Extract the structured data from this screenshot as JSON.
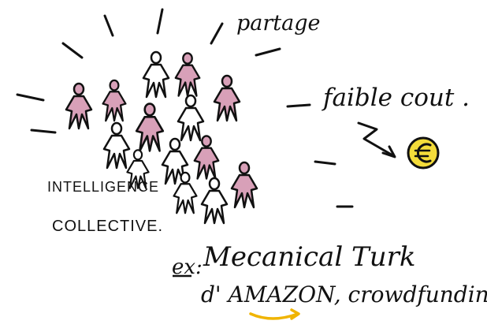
{
  "labels": {
    "partage": "partage",
    "faible_cout": "faible cout .",
    "intelligence": "INTELLIGENCE",
    "collective": "COLLECTIVE.",
    "ex": "ex:",
    "example_line1": "Mecanical Turk",
    "example_line2": "d' AMAZON, crowdfunding"
  },
  "colors": {
    "ink": "#111111",
    "figure_fill": "#d8a0b8",
    "coin_fill": "#f4dc3a",
    "underline_arrow": "#f0b400"
  },
  "icons": {
    "coin": "euro-coin-icon",
    "arrow": "zigzag-arrow-icon",
    "crowd": "people-crowd-icon"
  }
}
